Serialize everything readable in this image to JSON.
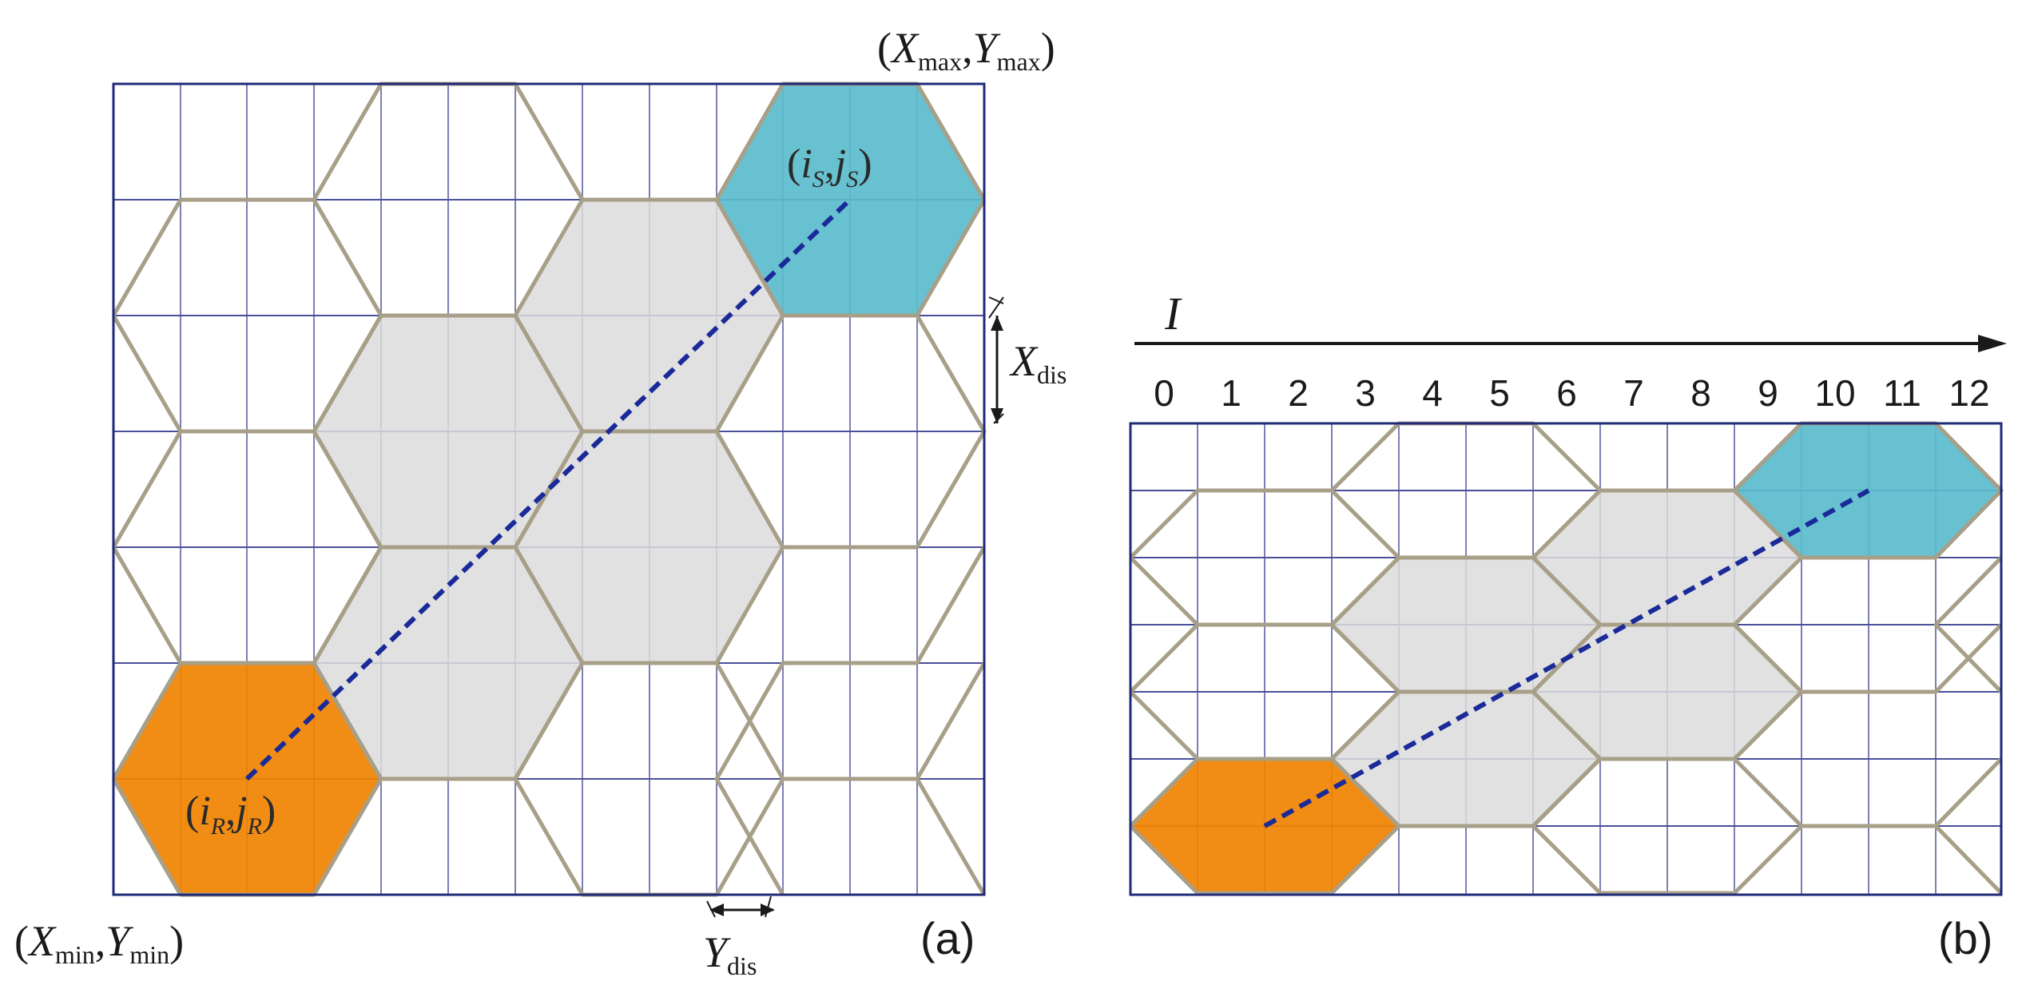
{
  "panel_a": {
    "corner_max": {
      "open": "(",
      "x": "X",
      "x_sub": "max",
      "sep": ",",
      "y": "Y",
      "y_sub": "max",
      "close": ")"
    },
    "corner_min": {
      "open": "(",
      "x": "X",
      "x_sub": "min",
      "sep": ",",
      "y": "Y",
      "y_sub": "min",
      "close": ")"
    },
    "source_label": {
      "open": "(",
      "i": "i",
      "i_sub": "S",
      "sep": ",",
      "j": "j",
      "j_sub": "S",
      "close": ")"
    },
    "receiver_label": {
      "open": "(",
      "i": "i",
      "i_sub": "R",
      "sep": ",",
      "j": "j",
      "j_sub": "R",
      "close": ")"
    },
    "x_dis": {
      "main": "X",
      "sub": "dis"
    },
    "y_dis": {
      "main": "Y",
      "sub": "dis"
    },
    "caption": "(a)"
  },
  "panel_b": {
    "axis_label": "I",
    "tick_labels": [
      "0",
      "1",
      "2",
      "3",
      "4",
      "5",
      "6",
      "7",
      "8",
      "9",
      "10",
      "11",
      "12"
    ],
    "caption": "(b)"
  },
  "colors": {
    "grid_line": "#1f2a78",
    "grid_inner": "#7b7fb6",
    "hex_edge": "#a89f88",
    "gray_fill": "#dcdcdc",
    "source_fill": "#5bbccc",
    "receiver_fill": "#f08300",
    "path_line": "#1a2a99"
  }
}
